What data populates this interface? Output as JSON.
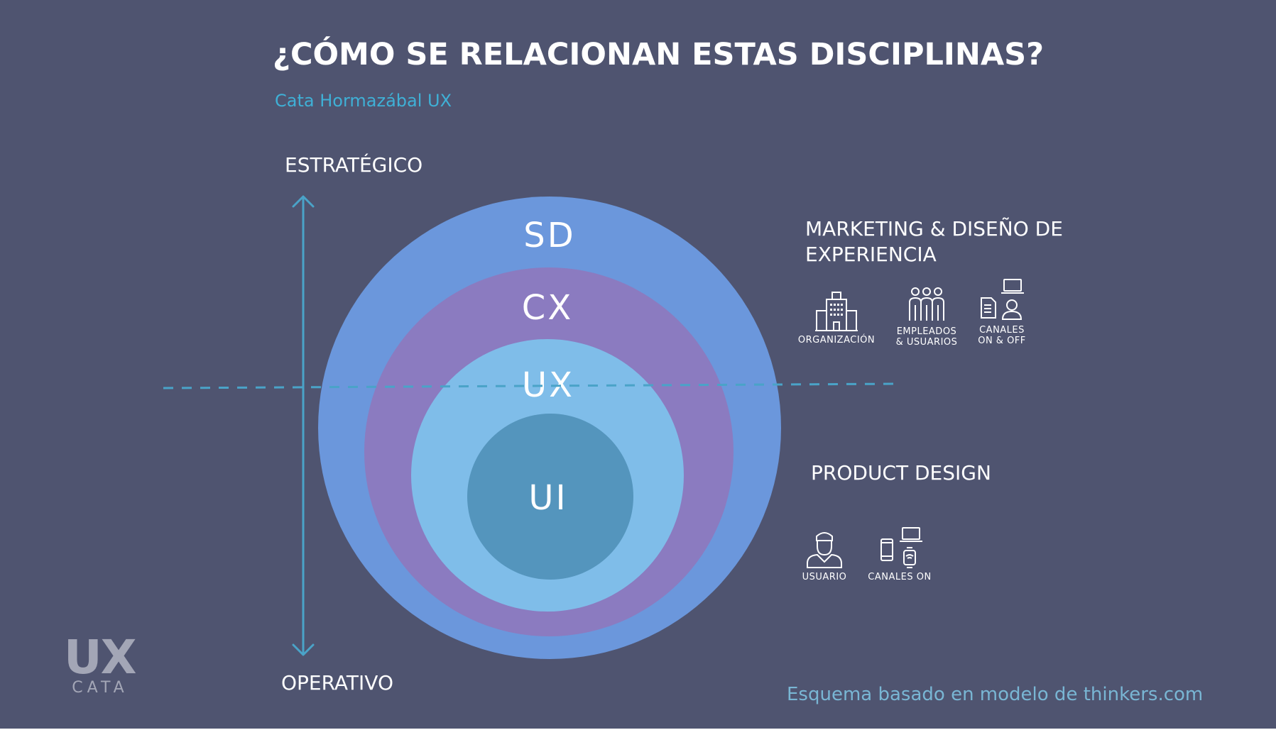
{
  "title": "¿CÓMO SE RELACIONAN ESTAS DISCIPLINAS?",
  "subtitle": "Cata Hormazábal UX",
  "axis": {
    "top_label": "ESTRATÉGICO",
    "bottom_label": "OPERATIVO"
  },
  "rings": {
    "sd": "SD",
    "cx": "CX",
    "ux": "UX",
    "ui": "UI"
  },
  "marketing_group": {
    "title": "MARKETING & DISEÑO DE EXPERIENCIA",
    "icons": [
      {
        "icon": "building-icon",
        "caption": "ORGANIZACIÓN"
      },
      {
        "icon": "people-group-icon",
        "caption": "EMPLEADOS\n& USUARIOS"
      },
      {
        "icon": "channels-on-off-icon",
        "caption": "CANALES\nON & OFF"
      }
    ]
  },
  "product_group": {
    "title": "PRODUCT DESIGN",
    "icons": [
      {
        "icon": "user-icon",
        "caption": "USUARIO"
      },
      {
        "icon": "devices-icon",
        "caption": "CANALES ON"
      }
    ]
  },
  "logo": {
    "ux": "UX",
    "cata": "CATA"
  },
  "credit": "Esquema basado en modelo de thinkers.com",
  "colors": {
    "background": "#4f5470",
    "sd_ring": "#6b97dc",
    "cx_ring": "#8b7bc0",
    "ux_ring": "#7fbde9",
    "ui_core": "#5495bd",
    "axis_line": "#4aa3c8",
    "subtitle": "#3fb0d6",
    "credit": "#79b6d4"
  }
}
